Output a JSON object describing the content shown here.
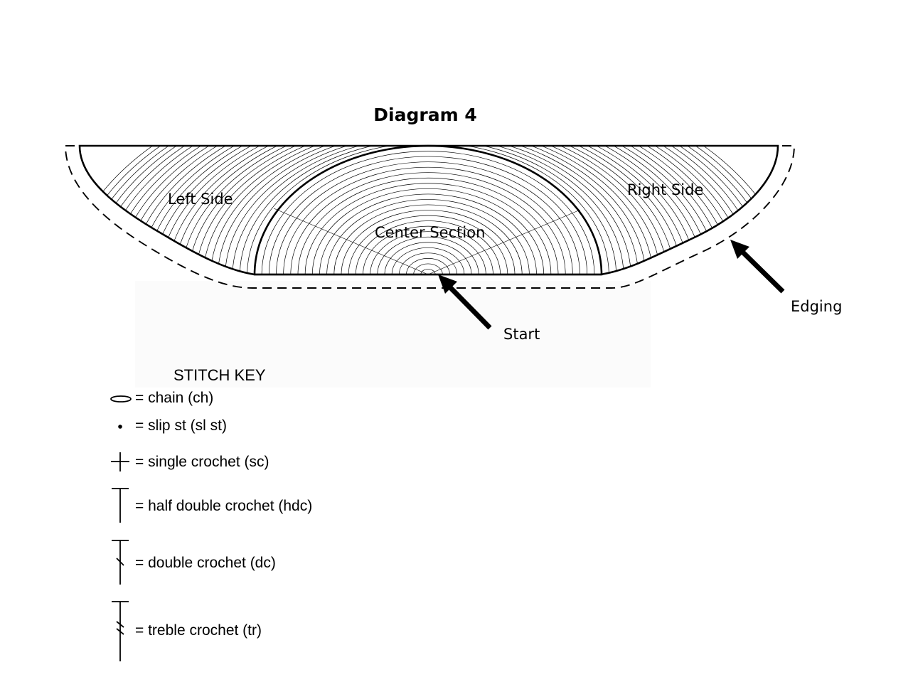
{
  "diagram": {
    "title": "Diagram 4",
    "regions": {
      "left": "Left Side",
      "center": "Center Section",
      "right": "Right Side"
    },
    "callouts": {
      "start": "Start",
      "edging": "Edging"
    }
  },
  "stitch_key": {
    "title": "STITCH KEY",
    "items": [
      {
        "symbol": "oval-chain-icon",
        "label": "= chain (ch)"
      },
      {
        "symbol": "dot-slip-stitch-icon",
        "label": "= slip st (sl st)"
      },
      {
        "symbol": "cross-single-crochet-icon",
        "label": "= single crochet (sc)"
      },
      {
        "symbol": "t-half-double-crochet-icon",
        "label": "= half double crochet (hdc)"
      },
      {
        "symbol": "t-double-crochet-icon",
        "label": "= double crochet (dc)"
      },
      {
        "symbol": "t-treble-crochet-icon",
        "label": "= treble crochet (tr)"
      }
    ]
  }
}
